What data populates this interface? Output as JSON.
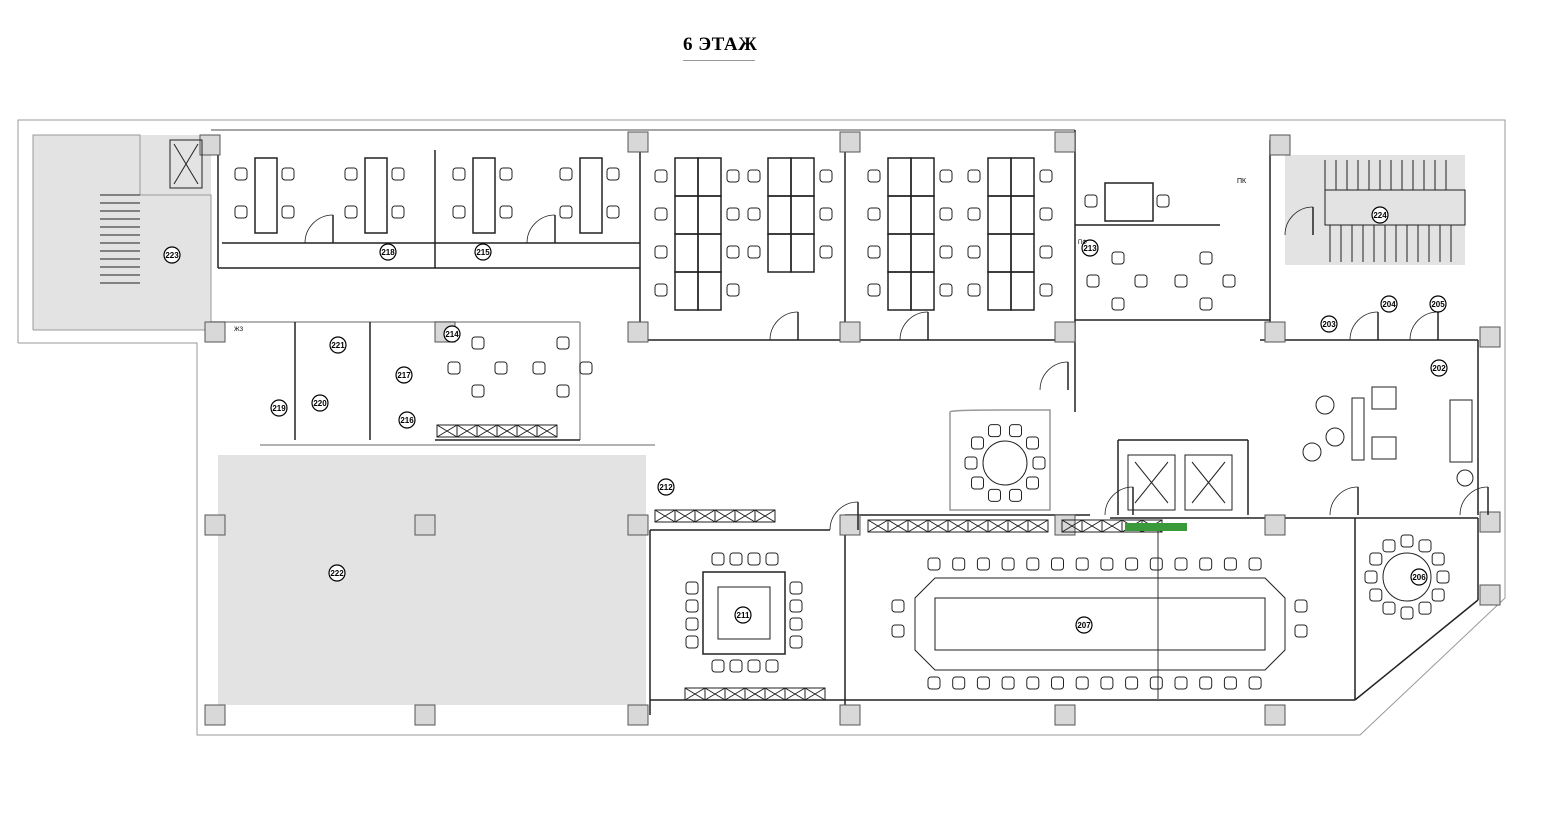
{
  "title": "6 ЭТАЖ",
  "rooms": [
    "223",
    "218",
    "215",
    "213",
    "224",
    "214",
    "221",
    "217",
    "220",
    "219",
    "216",
    "222",
    "212",
    "211",
    "207",
    "206",
    "203",
    "204",
    "205",
    "202"
  ],
  "small_labels": {
    "pk": "ПК",
    "pf": "ПФ",
    "zh": "ЖЗ"
  },
  "colors": {
    "shaded": "#e3e3e3",
    "wall": "#222222",
    "green": "#3a9a3a"
  }
}
